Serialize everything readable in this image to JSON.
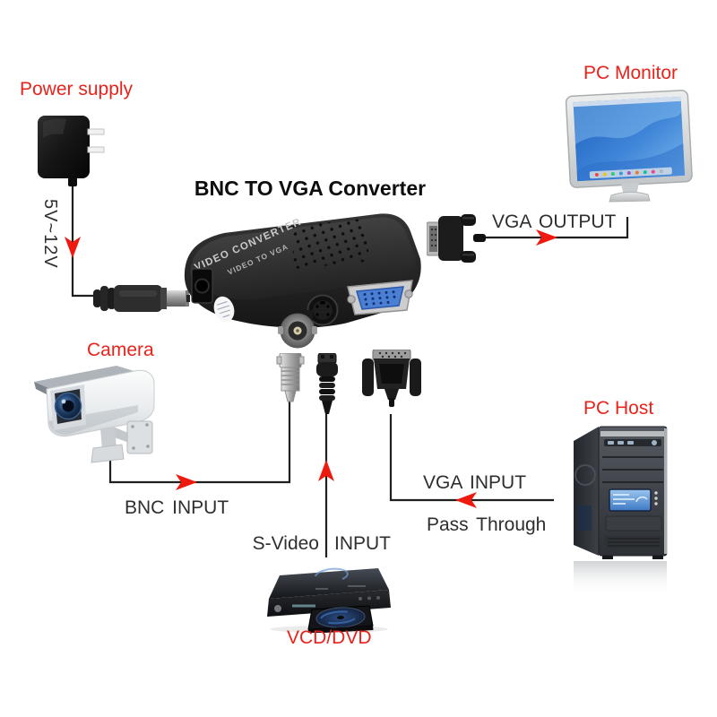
{
  "diagram": {
    "title": "BNC TO VGA Converter",
    "power": {
      "label": "Power supply",
      "voltage": "5V~12V"
    },
    "monitor": {
      "label": "PC Monitor"
    },
    "camera": {
      "label": "Camera"
    },
    "host": {
      "label": "PC Host"
    },
    "dvd": {
      "label": "VCD/DVD"
    },
    "converter": {
      "marking_line1": "VIDEO CONVERTER",
      "marking_line2": "VIDEO TO VGA"
    },
    "connections": {
      "vga_output": "VGA OUTPUT",
      "bnc_input": "BNC INPUT",
      "s_video_left": "S-Video",
      "s_video_right": "INPUT",
      "vga_input": "VGA INPUT",
      "pass_through": "Pass Through"
    },
    "colors": {
      "label_red": "#e8231c",
      "text_dark": "#2e2e2e",
      "line": "#1f1f1f",
      "arrow_red": "#ee1a10",
      "vga_port_blue": "#4a7fd4"
    }
  }
}
